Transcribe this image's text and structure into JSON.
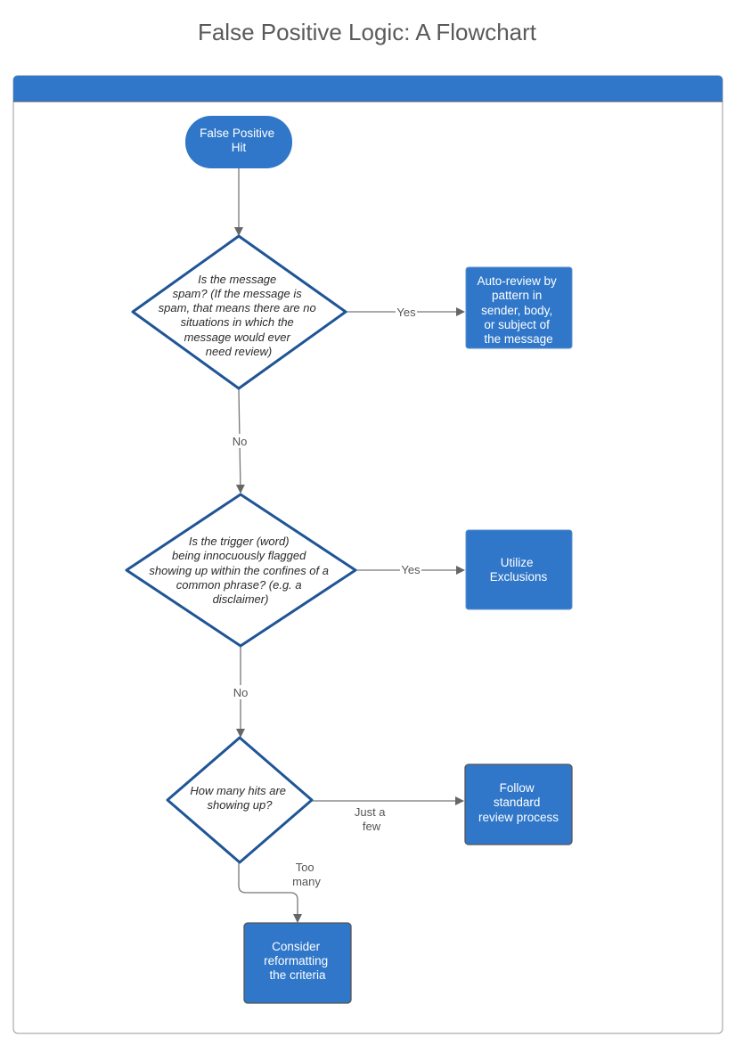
{
  "title": "False Positive Logic: A Flowchart",
  "colors": {
    "header": "#3077c9",
    "box": "#3077c9",
    "diamond_stroke": "#1f5596",
    "edge": "#777777"
  },
  "nodes": {
    "start": {
      "lines": [
        "False Positive",
        "Hit"
      ]
    },
    "decision_spam": {
      "lines": [
        "Is the message",
        "spam? (If the message is",
        "spam, that means there are no",
        "situations in which the",
        "message would ever",
        "need review)"
      ]
    },
    "auto_review": {
      "lines": [
        "Auto-review by",
        "pattern in",
        "sender, body,",
        "or subject of",
        "the message"
      ]
    },
    "decision_trigger": {
      "lines": [
        "Is the trigger (word)",
        "being innocuously flagged",
        "showing up within the confines of a",
        "common phrase? (e.g. a",
        "disclaimer)"
      ]
    },
    "exclusions": {
      "lines": [
        "Utilize",
        "Exclusions"
      ]
    },
    "decision_hits": {
      "lines": [
        "How many hits are",
        "showing up?"
      ]
    },
    "standard_review": {
      "lines": [
        "Follow",
        "standard",
        "review process"
      ]
    },
    "reformat": {
      "lines": [
        "Consider",
        "reformatting",
        "the criteria"
      ]
    }
  },
  "edges": {
    "spam_yes": "Yes",
    "spam_no": "No",
    "trigger_yes": "Yes",
    "trigger_no": "No",
    "hits_few": [
      "Just a",
      "few"
    ],
    "hits_many": [
      "Too",
      "many"
    ]
  }
}
